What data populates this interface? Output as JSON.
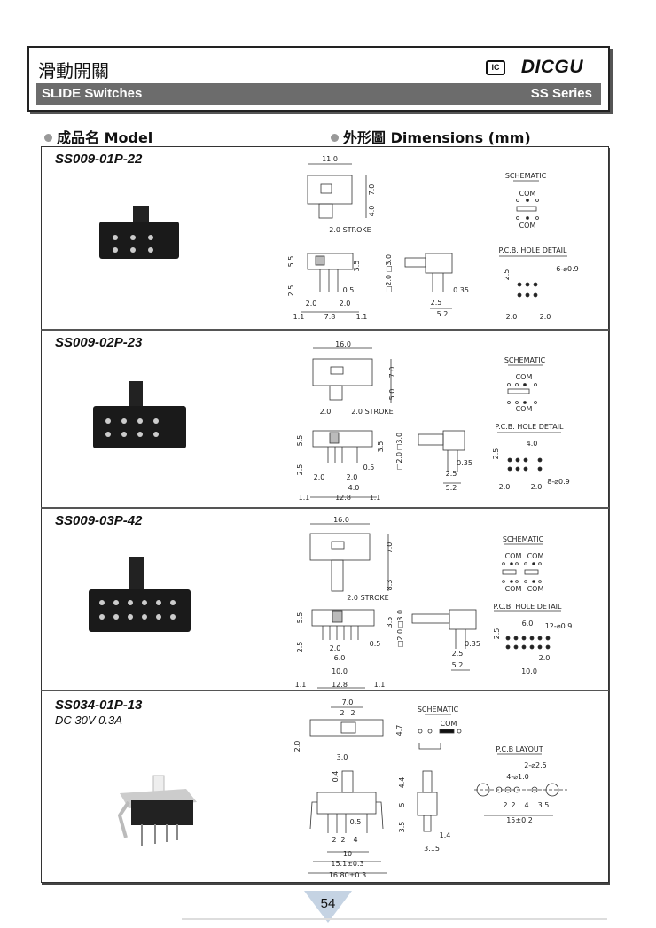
{
  "header": {
    "title_zh": "滑動開關",
    "brand_logo": "IC",
    "brand": "DICGU",
    "subtitle": "SLIDE Switches",
    "series": "SS Series"
  },
  "columns": {
    "model": "成品名 Model",
    "dimensions": "外形圖 Dimensions (mm)"
  },
  "products": [
    {
      "name": "SS009-01P-22",
      "labels": [
        "11.0",
        "7.0",
        "4.0",
        "2.0 STROKE",
        "SCHEMATIC",
        "COM",
        "COM",
        "P.C.B. HOLE DETAIL",
        "6-⌀0.9",
        "5.5",
        "3.5",
        "2.5",
        "0.5",
        "2.0",
        "2.0",
        "1.1",
        "7.8",
        "1.1",
        "□3.0",
        "□2.0",
        "0.35",
        "2.5",
        "5.2",
        "2.5",
        "2.0",
        "2.0"
      ]
    },
    {
      "name": "SS009-02P-23",
      "labels": [
        "16.0",
        "7.0",
        "5.0",
        "2.0",
        "2.0 STROKE",
        "SCHEMATIC",
        "COM",
        "COM",
        "P.C.B. HOLE DETAIL",
        "4.0",
        "8-⌀0.9",
        "5.5",
        "3.5",
        "2.5",
        "0.5",
        "2.0",
        "2.0",
        "4.0",
        "1.1",
        "12.8",
        "1.1",
        "□3.0",
        "□2.0",
        "0.35",
        "2.5",
        "5.2",
        "2.5",
        "2.0",
        "2.0"
      ]
    },
    {
      "name": "SS009-03P-42",
      "labels": [
        "16.0",
        "7.0",
        "8.3",
        "2.0 STROKE",
        "SCHEMATIC",
        "COM",
        "COM",
        "COM",
        "COM",
        "P.C.B. HOLE DETAIL",
        "6.0",
        "12-⌀0.9",
        "5.5",
        "3.5",
        "2.5",
        "0.5",
        "2.0",
        "6.0",
        "10.0",
        "1.1",
        "12.8",
        "1.1",
        "□3.0",
        "□2.0",
        "0.35",
        "2.5",
        "5.2",
        "2.5",
        "2.0",
        "10.0"
      ]
    },
    {
      "name": "SS034-01P-13",
      "spec": "DC 30V 0.3A",
      "labels": [
        "7.0",
        "2",
        "2",
        "4.7",
        "2.0",
        "SCHEMATIC",
        "COM",
        "P.C.B LAYOUT",
        "2-⌀2.5",
        "4-⌀1.0",
        "3.0",
        "0.4",
        "4.4",
        "5",
        "3.5",
        "0.5",
        "2",
        "2",
        "4",
        "10",
        "15.1±0.3",
        "16.80±0.3",
        "1.4",
        "3.15",
        "2",
        "2",
        "4",
        "3.5",
        "15±0.2"
      ]
    }
  ],
  "page_number": "54"
}
